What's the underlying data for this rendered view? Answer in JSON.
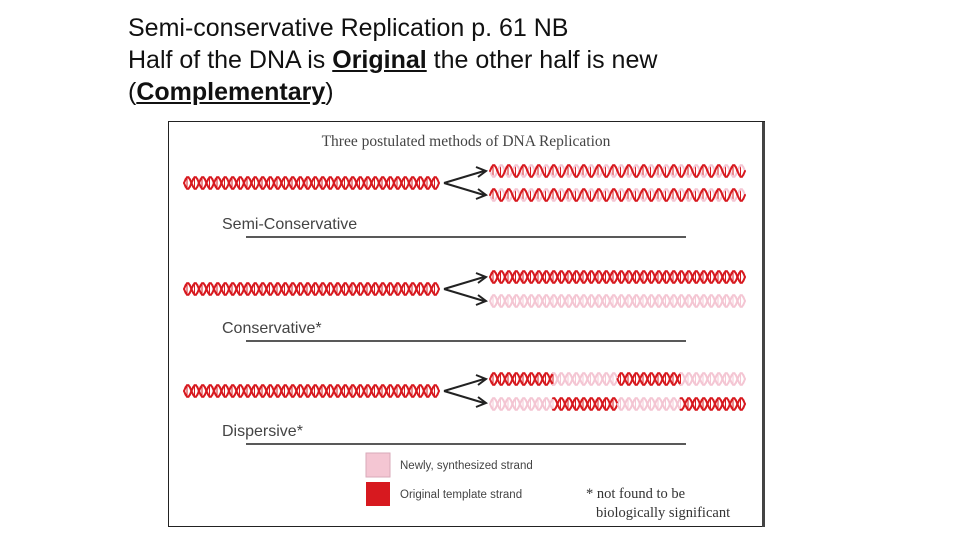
{
  "slide": {
    "title_line1": "Semi-conservative Replication p. 61 NB",
    "title_line2_pre": "Half of the DNA is ",
    "title_line2_bold": "Original",
    "title_line2_post": " the other half is new",
    "title_line3_open": "(",
    "title_line3_bold": "Complementary",
    "title_line3_close": ")"
  },
  "figure": {
    "title": "Three postulated methods of DNA Replication",
    "methods": [
      {
        "label": "Semi-Conservative",
        "top_helix": "mixed",
        "bottom_helix": "mixed"
      },
      {
        "label": "Conservative*",
        "top_helix": "original",
        "bottom_helix": "new"
      },
      {
        "label": "Dispersive*",
        "top_helix": "dispersed",
        "bottom_helix": "dispersed"
      }
    ],
    "legend": {
      "new_label": "Newly, synthesized strand",
      "original_label": "Original template strand"
    },
    "footnote_line1": "* not found to be",
    "footnote_line2": "biologically significant",
    "colors": {
      "original": "#d7191f",
      "new": "#f4c6d3",
      "frame": "#222222"
    }
  }
}
